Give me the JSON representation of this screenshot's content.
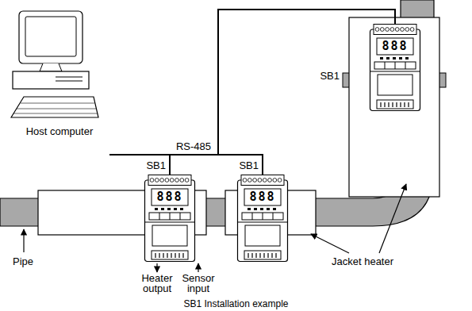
{
  "diagram": {
    "caption": "SB1 Installation example",
    "nodes": [
      {
        "text": [
          "Host computer"
        ]
      },
      {
        "text": [
          "SB1",
          "888"
        ]
      },
      {
        "text": [
          "SB1",
          "888"
        ]
      },
      {
        "text": [
          "SB1",
          "888"
        ]
      }
    ],
    "edges": [
      {
        "from": 0,
        "to": 1,
        "arrow": "none"
      },
      {
        "from": 0,
        "to": 2,
        "arrow": "none"
      },
      {
        "from": 0,
        "to": 3,
        "arrow": "none",
        "label": "RS-485"
      }
    ],
    "labels": [
      "Pipe",
      "Heater output",
      "Sensor input",
      "Jacket heater"
    ]
  }
}
